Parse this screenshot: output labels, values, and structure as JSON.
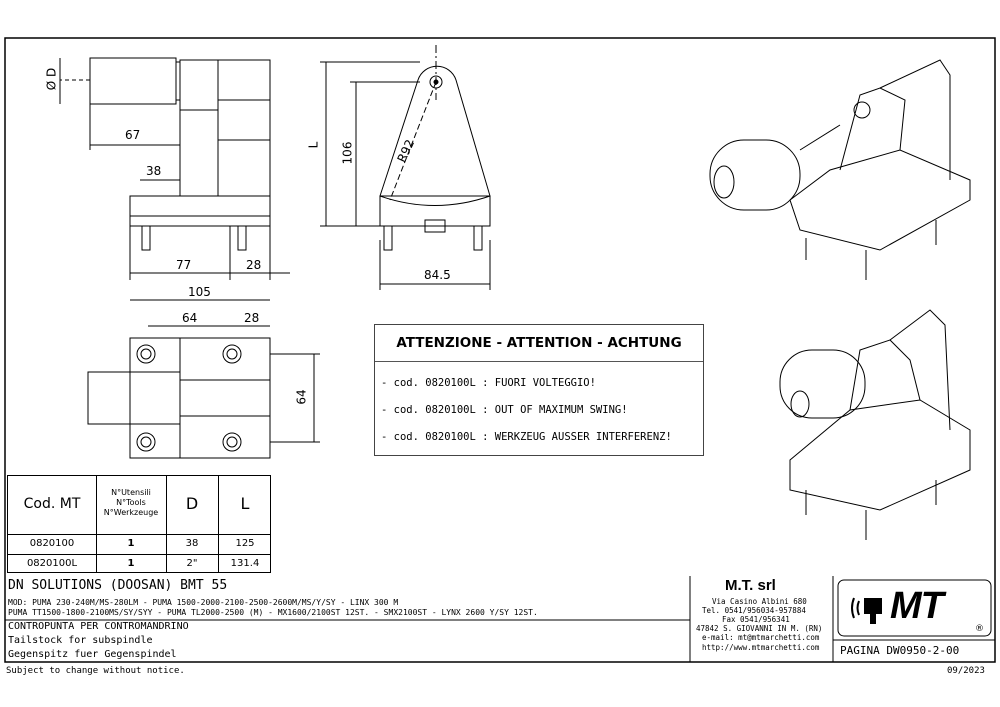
{
  "dimensions": {
    "d0": "Ø D",
    "d67": "67",
    "d38": "38",
    "d77": "77",
    "d28a": "28",
    "dL": "L",
    "d106": "106",
    "dR92": "R92",
    "d845": "84.5",
    "d105": "105",
    "d64a": "64",
    "d28b": "28",
    "d64b": "64"
  },
  "warning": {
    "title": "ATTENZIONE - ATTENTION - ACHTUNG",
    "lines": [
      "- cod. 0820100L : FUORI VOLTEGGIO!",
      "- cod. 0820100L : OUT OF MAXIMUM SWING!",
      "- cod. 0820100L : WERKZEUG AUSSER INTERFERENZ!"
    ]
  },
  "table": {
    "headers": {
      "code": "Cod. MT",
      "tools_1": "N°Utensili",
      "tools_2": "N°Tools",
      "tools_3": "N°Werkzeuge",
      "d": "D",
      "l": "L"
    },
    "rows": [
      {
        "code": "0820100",
        "tools": "1",
        "d": "38",
        "l": "125"
      },
      {
        "code": "0820100L",
        "tools": "1",
        "d": "2\"",
        "l": "131.4"
      }
    ]
  },
  "title_block": {
    "machine": "DN SOLUTIONS (DOOSAN)   BMT 55",
    "models_1": "MOD: PUMA 230-240M/MS-280LM - PUMA 1500-2000-2100-2500-2600M/MS/Y/SY - LINX 300 M",
    "models_2": "PUMA TT1500-1800-2100MS/SY/SYY - PUMA TL2000-2500 (M) - MX1600/2100ST 12ST. - SMX2100ST - LYNX 2600 Y/SY 12ST.",
    "desc_it": "CONTROPUNTA PER CONTROMANDRINO",
    "desc_en": "Tailstock for subspindle",
    "desc_de": "Gegenspitz fuer Gegenspindel",
    "company": "M.T. srl",
    "addr_1": "Via Casino Albini 680",
    "addr_2": "Tel. 0541/956034-957884",
    "addr_3": "Fax 0541/956341",
    "addr_4": "47842 S. GIOVANNI IN M. (RN)",
    "addr_5": "e-mail: mt@mtmarchetti.com",
    "addr_6": "http://www.mtmarchetti.com",
    "logo": "MT",
    "registered": "®",
    "page": "PAGINA DW0950-2-00"
  },
  "footer": {
    "notice": "Subject to change without notice.",
    "date": "09/2023"
  }
}
